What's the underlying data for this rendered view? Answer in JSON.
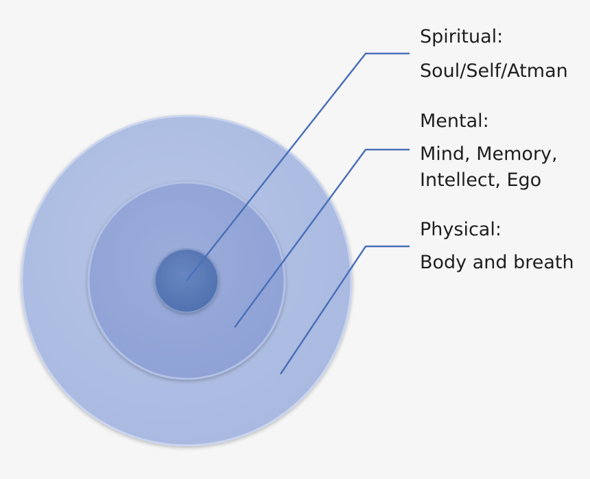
{
  "layers": [
    {
      "id": "spiritual",
      "heading": "Spiritual:",
      "lines": [
        "Soul/Self/Atman"
      ]
    },
    {
      "id": "mental",
      "heading": "Mental:",
      "lines": [
        "Mind, Memory,",
        "Intellect, Ego"
      ]
    },
    {
      "id": "physical",
      "heading": "Physical:",
      "lines": [
        "Body and breath"
      ]
    }
  ],
  "colors": {
    "background": "#f6f6f6",
    "outer_ring": "#aebde2",
    "middle_ring": "#93a5d8",
    "core": "#5b7ab5",
    "leader_line": "#4a70b8",
    "text": "#1e1e1e"
  }
}
